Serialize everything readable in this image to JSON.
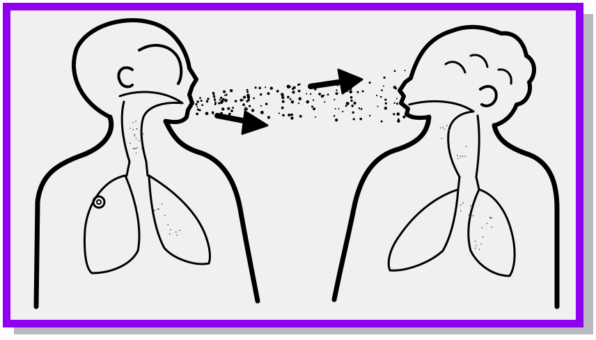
{
  "illustration": {
    "subject": "airborne-transmission",
    "figures": [
      "infected-person",
      "healthy-person"
    ],
    "colors": {
      "frame": "#9000ee",
      "background": "#f0f0f0",
      "line": "#000000",
      "shadow": "#b9b9bf"
    }
  }
}
